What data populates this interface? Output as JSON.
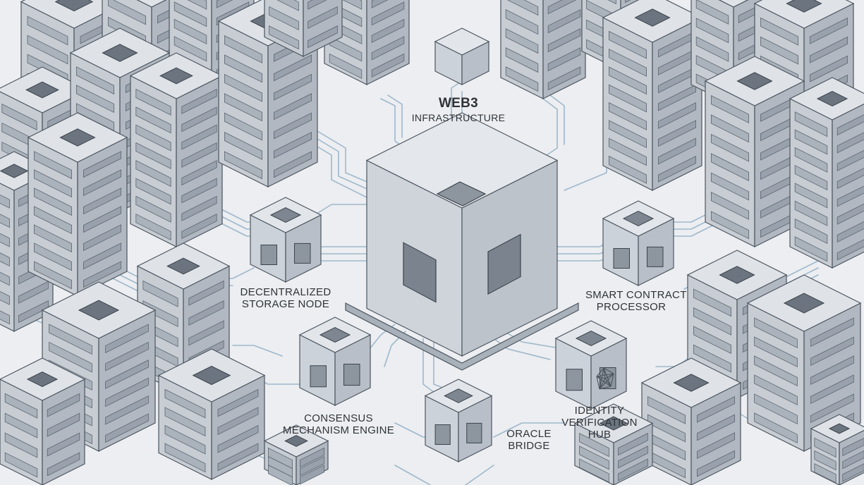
{
  "title": {
    "line1": "WEB3",
    "line2": "INFRASTRUCTURE"
  },
  "nodes": [
    {
      "id": "storage",
      "lines": [
        "DECENTRALIZED",
        "STORAGE NODE"
      ]
    },
    {
      "id": "smart-contract",
      "lines": [
        "SMART CONTRACT",
        "PROCESSOR"
      ]
    },
    {
      "id": "consensus",
      "lines": [
        "CONSENSUS",
        "MECHANISM ENGINE"
      ]
    },
    {
      "id": "oracle",
      "lines": [
        "ORACLE",
        "BRIDGE"
      ]
    },
    {
      "id": "identity",
      "lines": [
        "IDENTITY",
        "VERIFICATION",
        "HUB"
      ]
    }
  ],
  "colors": {
    "background": "#eceef1",
    "top_face": "#dfe3e8",
    "left_face": "#c8cdd4",
    "right_face": "#b1b8c1",
    "outline": "#4d5660",
    "wire": "#9fb8cc",
    "wire_glow": "#cfe2f0",
    "chip": "#6b747f",
    "text": "#2f3338"
  },
  "icons": [
    "cube-icon",
    "chip-icon",
    "network-icon"
  ]
}
